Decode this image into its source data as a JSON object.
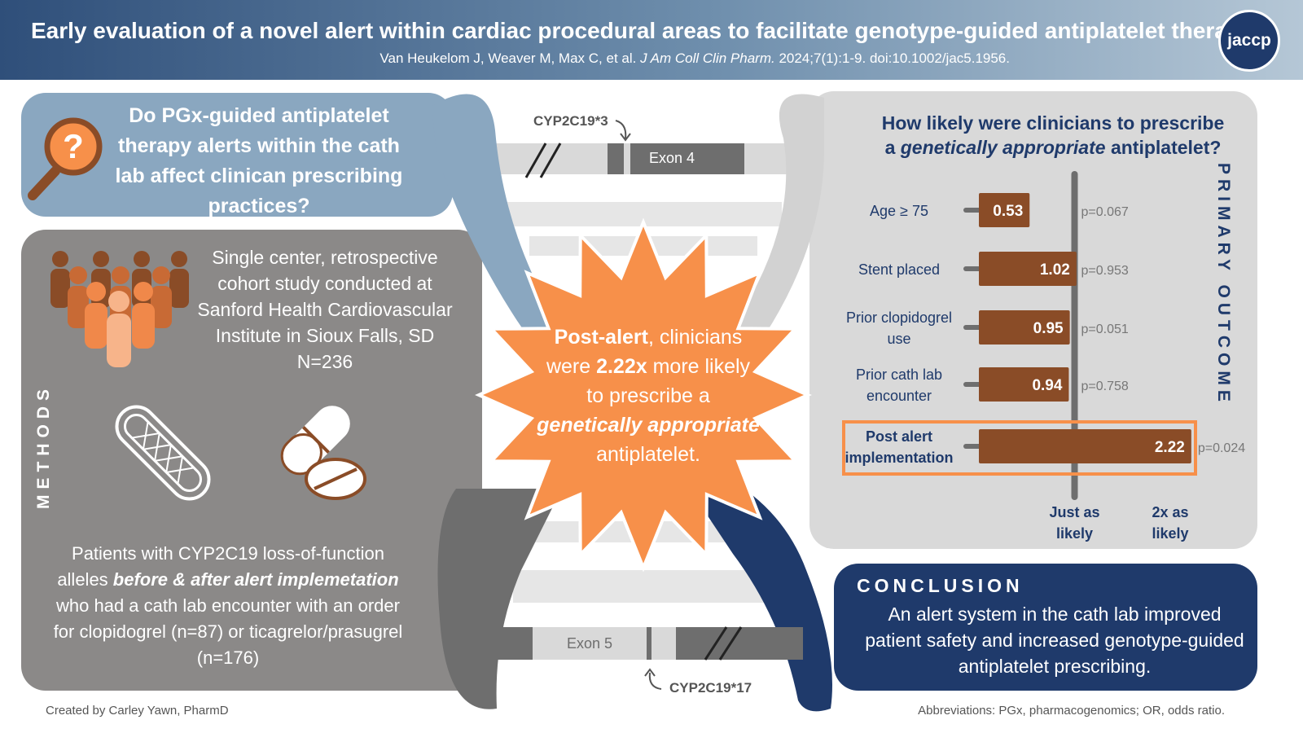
{
  "header": {
    "title": "Early evaluation of a novel alert within cardiac procedural areas to facilitate genotype-guided antiplatelet therapy",
    "citation_authors": "Van Heukelom J, Weaver M, Max C, et al. ",
    "citation_journal": "J Am Coll Clin Pharm.",
    "citation_rest": " 2024;7(1):1-9. doi:10.1002/jac5.1956.",
    "logo_text": "jaccp"
  },
  "question": {
    "text": "Do PGx-guided antiplatelet therapy alerts within the cath lab affect clinican prescribing practices?",
    "icon": "magnifier-question-icon"
  },
  "methods": {
    "label": "METHODS",
    "desc_lines": [
      "Single center, retrospective",
      "cohort study conducted at",
      "Sanford Health Cardiovascular",
      "Institute in Sioux Falls, SD",
      "N=236"
    ],
    "pop_pre": "Patients with CYP2C19 loss-of-function alleles ",
    "pop_em": "before & after alert implemetation",
    "pop_post": " who had a cath lab encounter with an order for clopidogrel (n=87) or ticagrelor/prasugrel (n=176)",
    "icons": [
      "people-group-icon",
      "stent-icon",
      "pills-icon"
    ]
  },
  "dna": {
    "exon4": "Exon 4",
    "exon5": "Exon 5",
    "cyp_top": "CYP2C19*3",
    "cyp_bottom": "CYP2C19*17"
  },
  "burst": {
    "b1": "Post-alert",
    "t1": ", clinicians",
    "t2a": "were ",
    "b2": "2.22x",
    "t2b": " more likely",
    "t3": "to prescribe a",
    "em": "genetically appropriate",
    "t4": "antiplatelet."
  },
  "primary": {
    "label": "PRIMARY OUTCOME",
    "title_line1": "How likely were clinicians to prescribe",
    "title_pre": "a ",
    "title_em": "genetically appropriate",
    "title_post": " antiplatelet?"
  },
  "chart_data": {
    "type": "bar",
    "categories": [
      [
        "Age ≥ 75"
      ],
      [
        "Stent placed"
      ],
      [
        "Prior clopidogrel",
        "use"
      ],
      [
        "Prior cath lab",
        "encounter"
      ],
      [
        "Post alert",
        "implementation"
      ]
    ],
    "values": [
      0.53,
      1.02,
      0.95,
      0.94,
      2.22
    ],
    "value_labels": [
      "0.53",
      "1.02",
      "0.95",
      "0.94",
      "2.22"
    ],
    "p_values": [
      "p=0.067",
      "p=0.953",
      "p=0.051",
      "p=0.758",
      "p=0.024"
    ],
    "highlight_index": 4,
    "reference_value": 1,
    "xlim": [
      0,
      2.4
    ],
    "axis_labels": [
      {
        "value": 1,
        "lines": [
          "Just as",
          "likely"
        ]
      },
      {
        "value": 2,
        "lines": [
          "2x as",
          "likely"
        ]
      }
    ],
    "colors": {
      "bar": "#8a4c27",
      "highlight": "#f7904a",
      "axis": "#6e6e6e"
    }
  },
  "conclusion": {
    "label": "CONCLUSION",
    "text": "An alert system in the cath lab improved patient safety and increased genotype-guided antiplatelet prescribing."
  },
  "footer": {
    "credit": "Created by Carley Yawn, PharmD",
    "abbrev": "Abbreviations: PGx, pharmacogenomics; OR, odds ratio."
  },
  "colors": {
    "navy": "#1f3a6b",
    "orange": "#f7904a",
    "brown": "#8a4c27",
    "steel_blue": "#8aa7c0",
    "gray": "#8b8988",
    "light_gray": "#d9d9d9"
  }
}
